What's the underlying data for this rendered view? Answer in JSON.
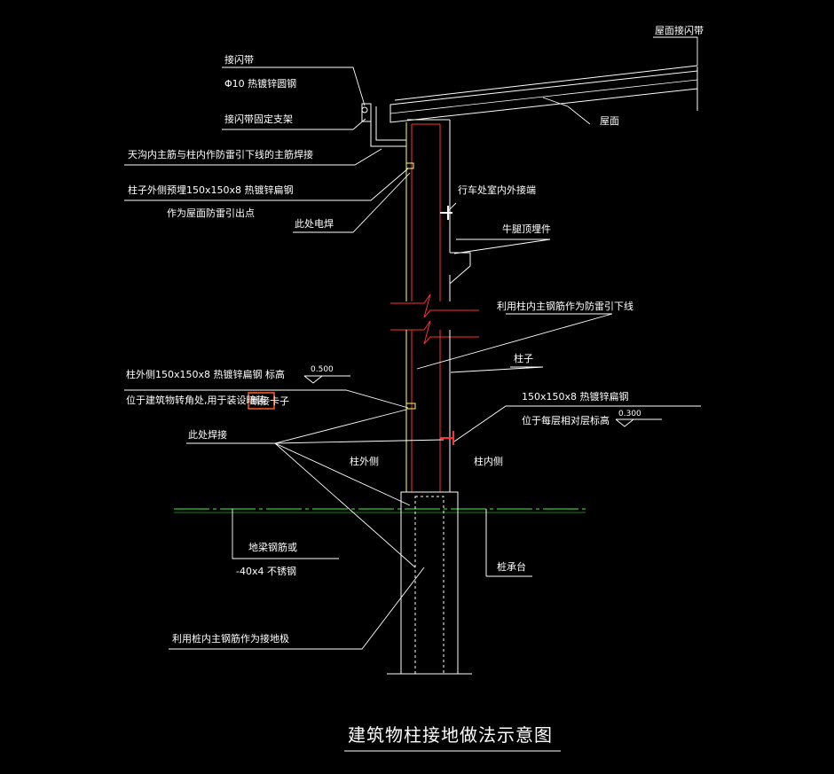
{
  "title": "建筑物柱接地做法示意图",
  "labels": {
    "roof_flash_strip": "屋面接闪带",
    "flash_strip": "接闪带",
    "flash_rod_spec": "Φ10 热镀锌圆钢",
    "flash_support": "接闪带固定支架",
    "gutter_weld": "天沟内主筋与柱内作防雷引下线的主筋焊接",
    "plate_outer_1": "柱子外侧预埋150x150x8 热镀锌扁钢",
    "plate_outer_2": "作为屋面防雷引出点",
    "weld_here_top": "此处电焊",
    "crane_inner": "行车处室内外接端",
    "corbel": "牛腿顶埋件",
    "roof": "屋面",
    "main_bar_down": "利用柱内主钢筋作为防雷引下线",
    "column": "柱子",
    "side_plate_1": "柱外侧150x150x8 热镀锌扁钢 标高",
    "side_plate_2_a": "位于建筑物转角处,用于装设暗装",
    "side_plate_2_b": "断接卡子",
    "level_0500": "0.500",
    "flat_steel": "150x150x8 热镀锌扁钢",
    "flat_steel_pos": "位于每层相对层标高",
    "level_0300": "0.300",
    "weld_here_bottom": "此处焊接",
    "outer_side": "柱外侧",
    "inner_side": "柱内侧",
    "ground_beam_1": "地梁钢筋或",
    "ground_beam_2": "-40x4 不锈钢",
    "pile_cap": "桩承台",
    "pile_bar": "利用桩内主钢筋作为接地极"
  },
  "colors": {
    "background": "#000000",
    "text": "#ffffff",
    "concrete": "#ffff66",
    "rebar": "#ff3030",
    "ground": "#33ff33",
    "leader": "#ffffff",
    "highlight_box": "#ff5a1f"
  }
}
